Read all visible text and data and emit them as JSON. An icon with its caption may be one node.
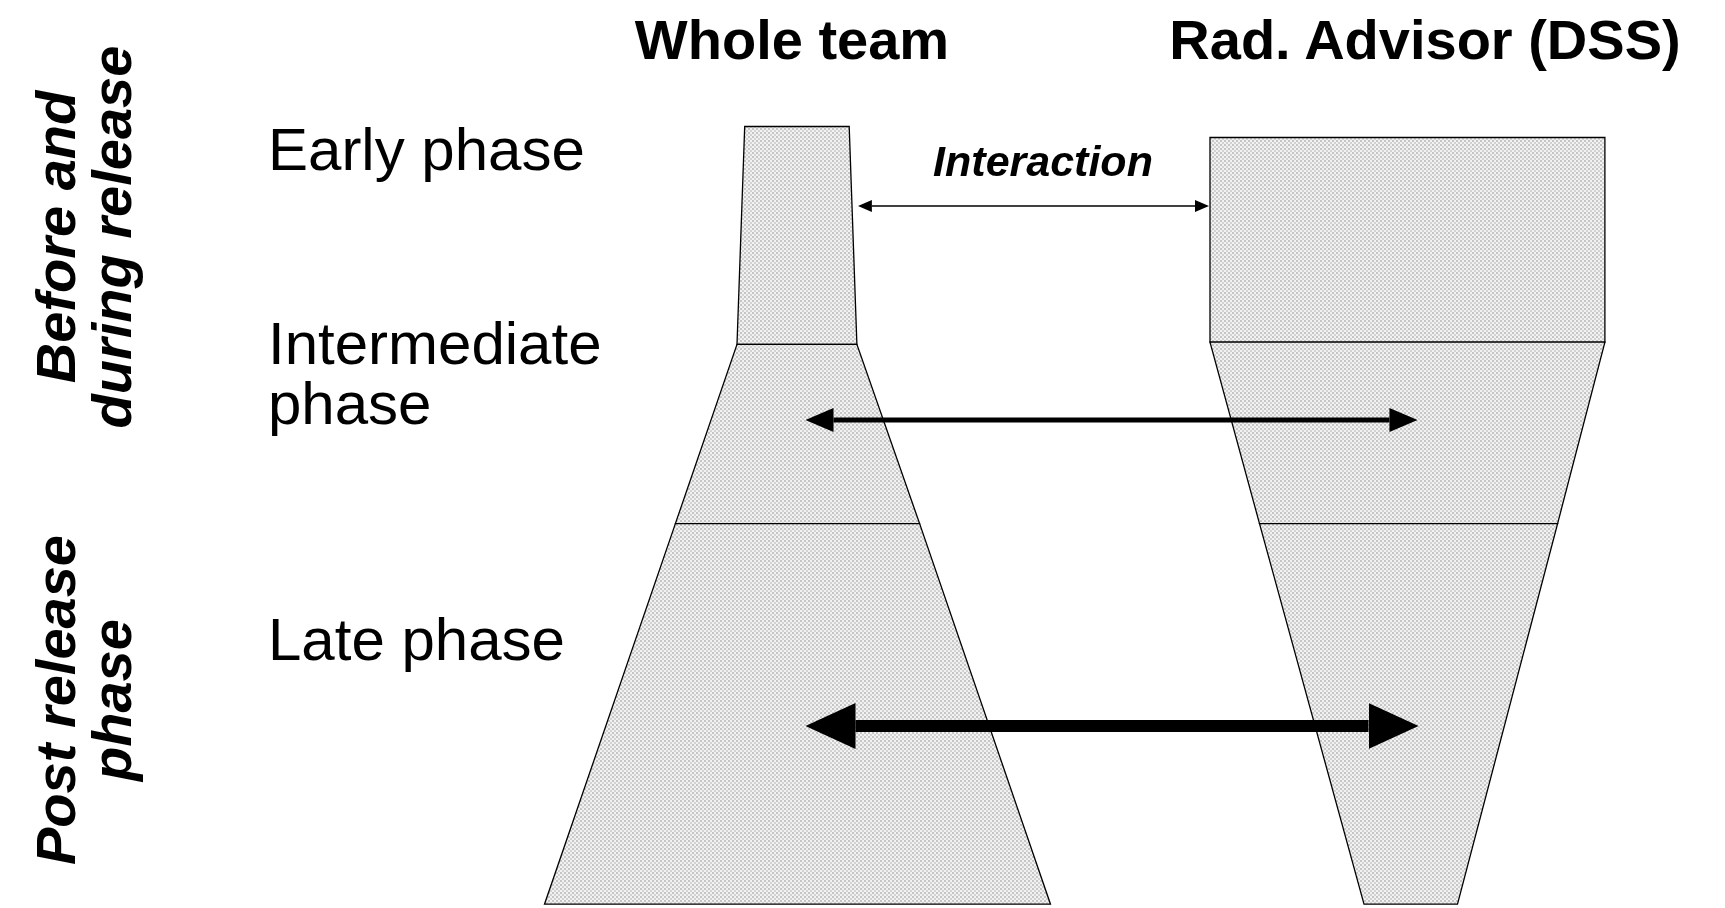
{
  "diagram": {
    "nodes": [
      {
        "text": [],
        "shape": "box"
      },
      {
        "text": [],
        "shape": "box"
      },
      {
        "text": [],
        "shape": "box"
      },
      {
        "text": [],
        "shape": "box"
      },
      {
        "text": [],
        "shape": "box"
      },
      {
        "text": [],
        "shape": "box"
      }
    ],
    "edges": [
      {
        "from": 0,
        "to": 1,
        "arrow": "both",
        "label": "Interaction"
      },
      {
        "from": 2,
        "to": 3,
        "arrow": "both"
      },
      {
        "from": 4,
        "to": 5,
        "arrow": "both",
        "style": "thick"
      }
    ],
    "labels": [
      "Whole team",
      "Rad. Advisor (DSS)",
      "Before and during release",
      "Early phase",
      "Intermediate phase",
      "Late phase",
      "Post release phase"
    ]
  }
}
